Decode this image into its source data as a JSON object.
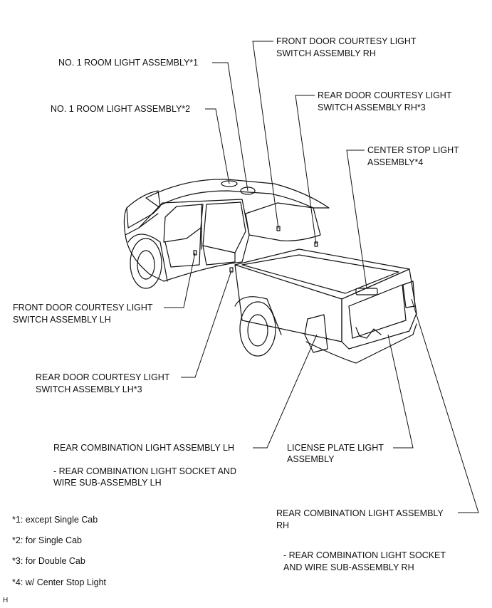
{
  "callouts": {
    "no1_room_light_1": "NO. 1 ROOM LIGHT ASSEMBLY*1",
    "no1_room_light_2": "NO. 1 ROOM LIGHT ASSEMBLY*2",
    "front_door_rh_l1": "FRONT DOOR COURTESY LIGHT",
    "front_door_rh_l2": "SWITCH ASSEMBLY RH",
    "rear_door_rh_l1": "REAR DOOR COURTESY LIGHT",
    "rear_door_rh_l2": "SWITCH ASSEMBLY RH*3",
    "center_stop_l1": "CENTER STOP LIGHT",
    "center_stop_l2": "ASSEMBLY*4",
    "front_door_lh_l1": "FRONT DOOR COURTESY LIGHT",
    "front_door_lh_l2": "SWITCH ASSEMBLY LH",
    "rear_door_lh_l1": "REAR DOOR COURTESY LIGHT",
    "rear_door_lh_l2": "SWITCH ASSEMBLY LH*3",
    "rear_combo_lh": "REAR COMBINATION LIGHT ASSEMBLY LH",
    "rear_combo_lh_sub_l1": "- REAR COMBINATION LIGHT SOCKET AND",
    "rear_combo_lh_sub_l2": "WIRE SUB-ASSEMBLY LH",
    "license_l1": "LICENSE PLATE LIGHT",
    "license_l2": "ASSEMBLY",
    "rear_combo_rh_l1": "REAR COMBINATION LIGHT ASSEMBLY",
    "rear_combo_rh_l2": "RH",
    "rear_combo_rh_sub_l1": "- REAR COMBINATION LIGHT SOCKET",
    "rear_combo_rh_sub_l2": "AND WIRE SUB-ASSEMBLY RH"
  },
  "notes": [
    "*1: except Single Cab",
    "*2: for Single Cab",
    "*3: for Double Cab",
    "*4: w/ Center Stop Light"
  ],
  "corner_mark": "H"
}
